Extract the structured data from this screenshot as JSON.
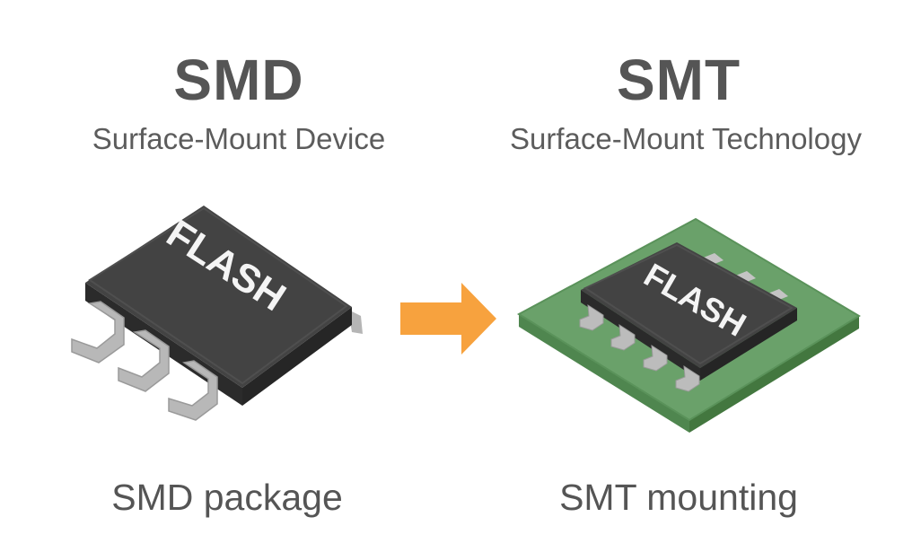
{
  "left": {
    "title": "SMD",
    "subtitle": "Surface-Mount Device",
    "chip_label": "FLASH",
    "caption": "SMD package"
  },
  "right": {
    "title": "SMT",
    "subtitle": "Surface-Mount Technology",
    "chip_label": "FLASH",
    "caption": "SMT mounting"
  },
  "colors": {
    "text": "#555555",
    "chip_body": "#3b3b3b",
    "chip_top": "#454545",
    "pins": "#b5b5b5",
    "pcb": "#6aa16a",
    "pcb_edge": "#4f864f",
    "arrow": "#f7a23e"
  },
  "icons": {
    "left_component": "smd-chip-icon",
    "arrow": "arrow-right-icon",
    "right_component": "chip-on-pcb-icon"
  }
}
